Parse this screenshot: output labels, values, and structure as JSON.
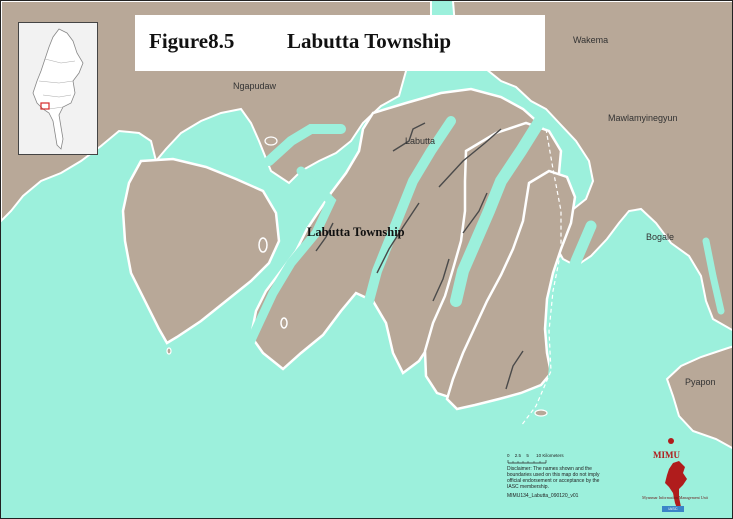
{
  "figure": {
    "number": "Figure8.5",
    "title": "Labutta Township"
  },
  "map": {
    "sea_color": "#9cf0dc",
    "land_color": "#b8a898",
    "coast_color": "#ffffff",
    "townships": [
      {
        "id": "ngapudaw",
        "label": "Ngapudaw"
      },
      {
        "id": "labutta",
        "label": "Labutta"
      },
      {
        "id": "wakema",
        "label": "Wakema"
      },
      {
        "id": "mawlamyinegyun",
        "label": "Mawlamyinegyun"
      },
      {
        "id": "bogale",
        "label": "Bogale"
      },
      {
        "id": "pyapon",
        "label": "Pyapon"
      }
    ],
    "township_label": "Labutta Township"
  },
  "scale_bar": {
    "ticks": [
      "0",
      "2.5",
      "5",
      "10 Kilometers"
    ]
  },
  "disclaimer": "Disclaimer: The names shown and the boundaries used on this map do not imply official endorsement or acceptance by the IASC membership.",
  "map_code": "MIMU134_Labutta_090120_v01",
  "logo": {
    "name": "MIMU",
    "subtitle": "Myanmar Information Management Unit",
    "tag": "IASC"
  }
}
